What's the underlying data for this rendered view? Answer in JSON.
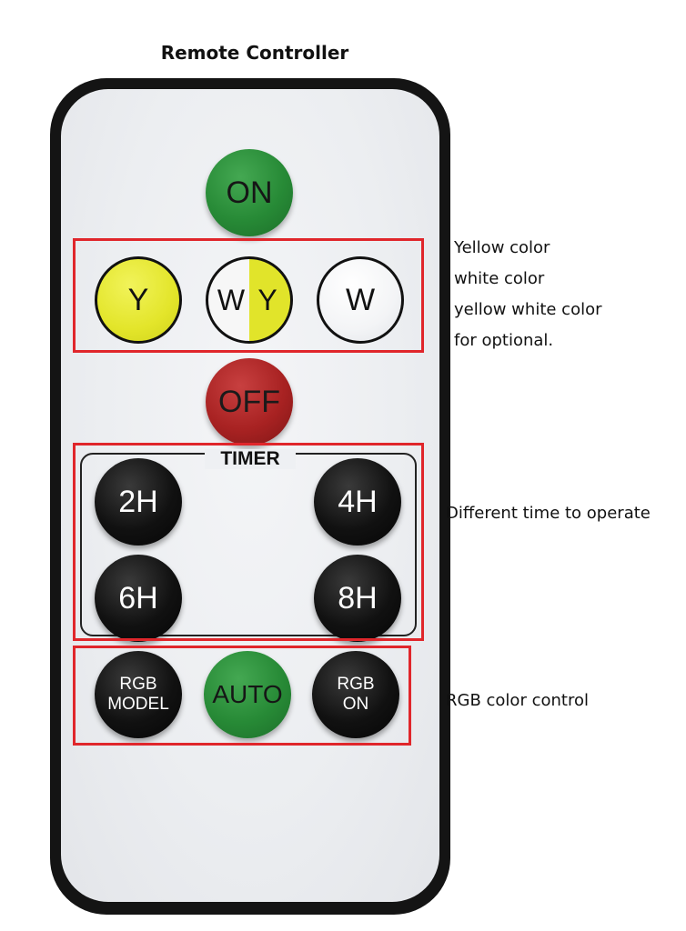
{
  "title": "Remote Controller",
  "buttons": {
    "on": "ON",
    "yellow": "Y",
    "mixed_left": "W",
    "mixed_right": "Y",
    "white": "W",
    "off": "OFF",
    "timer_label": "TIMER",
    "timer_2h": "2H",
    "timer_4h": "4H",
    "timer_6h": "6H",
    "timer_8h": "8H",
    "rgb_model_line1": "RGB",
    "rgb_model_line2": "MODEL",
    "auto": "AUTO",
    "rgb_on_line1": "RGB",
    "rgb_on_line2": "ON"
  },
  "annotations": {
    "color_lines": [
      "Yellow color",
      "white color",
      "yellow white color",
      "for optional."
    ],
    "timer": "Different time to operate",
    "rgb": "RGB color control"
  },
  "colors": {
    "highlight_box": "#e0262b",
    "on_button": "#278a36",
    "off_button": "#a82222",
    "yellow_button": "#e3e52a"
  }
}
